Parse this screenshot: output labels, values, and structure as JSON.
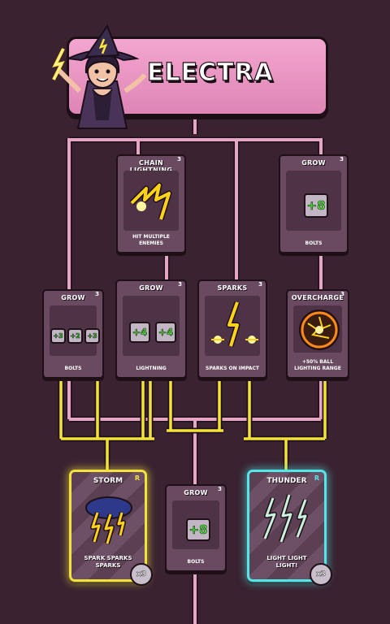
{
  "hero": {
    "name": "ELECTRA"
  },
  "cards": {
    "chain_lightning": {
      "name": "CHAIN LIGHTNING",
      "level": "3",
      "desc": "HIT MULTIPLE ENEMIES"
    },
    "grow_top": {
      "name": "GROW",
      "level": "3",
      "bonus": "+8",
      "desc": "BOLTS"
    },
    "grow_left": {
      "name": "GROW",
      "level": "3",
      "bonuses": [
        "+3",
        "+2",
        "+3"
      ],
      "desc": "BOLTS"
    },
    "grow_mid": {
      "name": "GROW",
      "level": "3",
      "bonuses": [
        "+4",
        "+4"
      ],
      "desc": "LIGHTNING"
    },
    "sparks": {
      "name": "SPARKS",
      "level": "3",
      "desc": "SPARKS ON IMPACT"
    },
    "overcharge": {
      "name": "OVERCHARGE",
      "level": "3",
      "desc": "+50% BALL LIGHTING RANGE"
    },
    "grow_bottom": {
      "name": "GROW",
      "level": "3",
      "bonus": "+8",
      "desc": "BOLTS"
    }
  },
  "rares": {
    "storm": {
      "name": "STORM",
      "rarity": "R",
      "desc_line1": "SPARK SPARKS",
      "desc_line2": "SPARKS",
      "multiplier": "x3",
      "border_color": "#f2e23b"
    },
    "thunder": {
      "name": "THUNDER",
      "rarity": "R",
      "desc_line1": "LIGHT LIGHT",
      "desc_line2": "LIGHT!",
      "multiplier": "x3",
      "border_color": "#54e6e6"
    }
  },
  "colors": {
    "background": "#3a2230",
    "pink_line": "#e4a6c4",
    "gold_line": "#f2e23b",
    "banner": "#e891c0"
  }
}
